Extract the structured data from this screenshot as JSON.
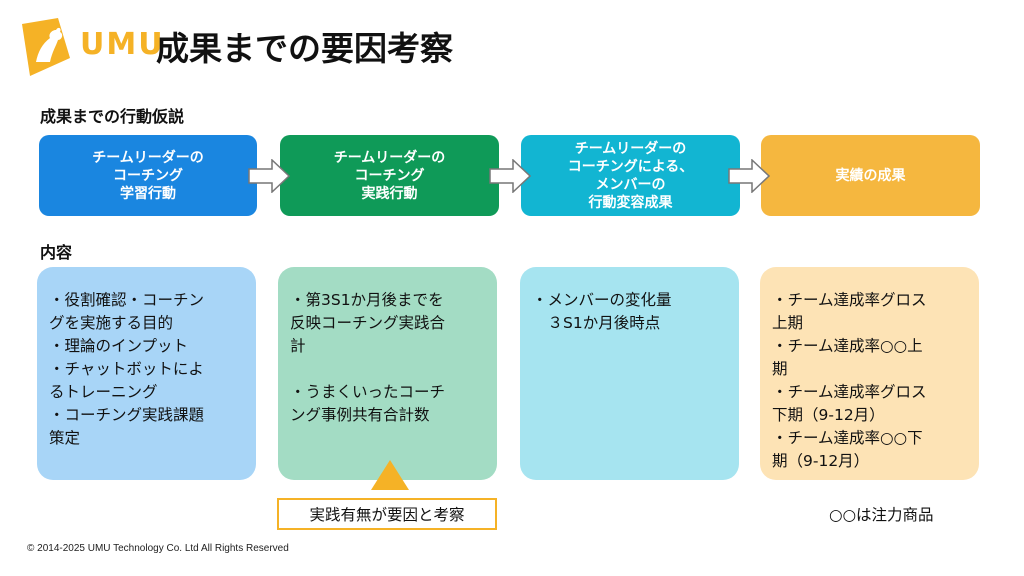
{
  "header": {
    "logo_text": "UMU",
    "title": "成果までの要因考察"
  },
  "sections": {
    "hypothesis_label": "成果までの行動仮説",
    "content_label": "内容"
  },
  "flow": [
    {
      "label": "チームリーダーの\nコーチング\n学習行動",
      "color": "#1a86e0"
    },
    {
      "label": "チームリーダーの\nコーチング\n実践行動",
      "color": "#0f9a58"
    },
    {
      "label": "チームリーダーの\nコーチングによる、\nメンバーの\n行動変容成果",
      "color": "#12b5d2"
    },
    {
      "label": "実績の成果",
      "color": "#f5b73f"
    }
  ],
  "cards": [
    {
      "color": "#a8d5f7",
      "lines": [
        "・役割確認・コーチン",
        "グを実施する目的",
        "・理論のインプット",
        "・チャットボットによ",
        "るトレーニング",
        "・コーチング実践課題",
        "策定"
      ]
    },
    {
      "color": "#a3dcc4",
      "lines": [
        "・第3S1か月後までを",
        "反映コーチング実践合",
        "計",
        "",
        "・うまくいったコーチ",
        "ング事例共有合計数"
      ]
    },
    {
      "color": "#a6e4f0",
      "lines": [
        "・メンバーの変化量",
        "　３S1か月後時点"
      ]
    },
    {
      "color": "#fde3b5",
      "lines": [
        "・チーム達成率グロス",
        "上期",
        "・チーム達成率○○上",
        "期",
        "・チーム達成率グロス",
        "下期（9-12月）",
        "・チーム達成率○○下",
        "期（9-12月）"
      ]
    }
  ],
  "callout": "実践有無が要因と考察",
  "note": "○○は注力商品",
  "footer": "© 2014-2025 UMU Technology Co. Ltd All Rights Reserved",
  "colors": {
    "accent": "#f5b226",
    "arrow_fill": "#ffffff",
    "arrow_stroke": "#777777"
  }
}
